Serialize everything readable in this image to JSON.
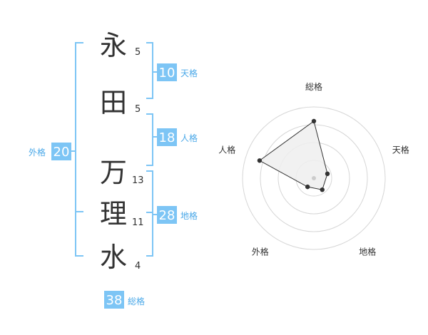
{
  "name": {
    "chars": [
      {
        "char": "永",
        "strokes": "5"
      },
      {
        "char": "田",
        "strokes": "5"
      },
      {
        "char": "万",
        "strokes": "13"
      },
      {
        "char": "理",
        "strokes": "11"
      },
      {
        "char": "水",
        "strokes": "4"
      }
    ]
  },
  "fortunes": {
    "tenkaku": {
      "value": "10",
      "label": "天格"
    },
    "jinkaku": {
      "value": "18",
      "label": "人格"
    },
    "chikaku": {
      "value": "28",
      "label": "地格"
    },
    "gaikaku": {
      "value": "20",
      "label": "外格"
    },
    "soukaku": {
      "value": "38",
      "label": "総格"
    }
  },
  "colors": {
    "accent": "#7dc5f5",
    "bracket": "#7dc5f5",
    "label": "#4aa8e8",
    "text": "#333333",
    "grid": "#d6d6d6",
    "fill": "#eeeeee",
    "line": "#333333"
  },
  "chart_data": {
    "type": "radar",
    "axes": [
      "総格",
      "天格",
      "地格",
      "外格",
      "人格"
    ],
    "values": [
      0.8,
      0.2,
      0.2,
      0.15,
      0.8
    ],
    "range": [
      0,
      1
    ],
    "rings": 4
  }
}
